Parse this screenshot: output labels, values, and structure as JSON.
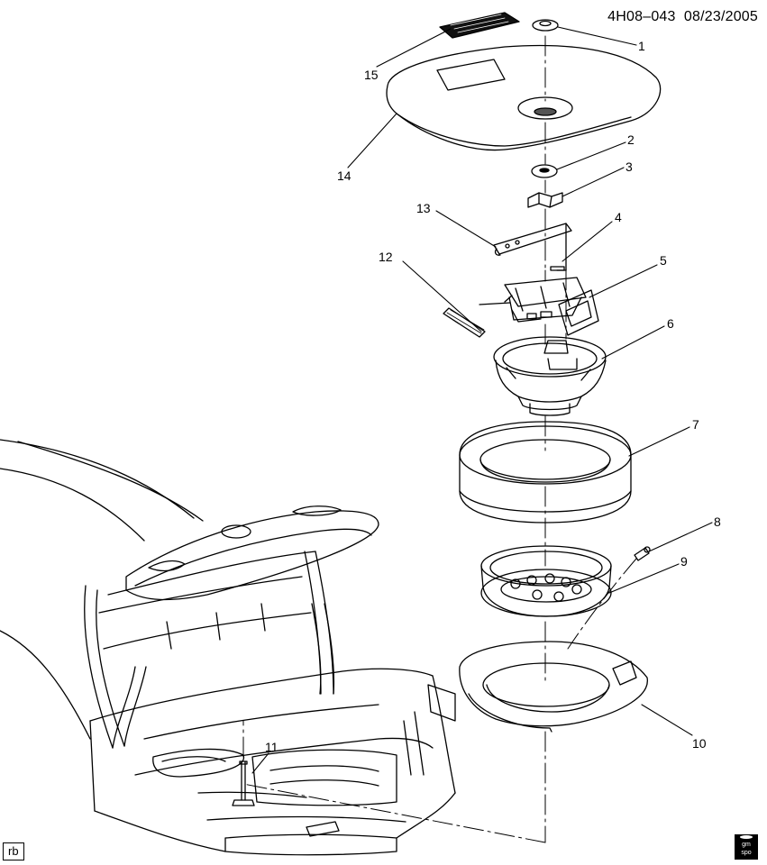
{
  "header": {
    "code": "4H08–043",
    "date": "08/23/2005"
  },
  "corner_tag": "rb",
  "logo": {
    "line1": "gm",
    "line2": "spo"
  },
  "callouts": [
    "1",
    "2",
    "3",
    "4",
    "5",
    "6",
    "7",
    "8",
    "9",
    "10",
    "11",
    "12",
    "13",
    "14",
    "15"
  ]
}
